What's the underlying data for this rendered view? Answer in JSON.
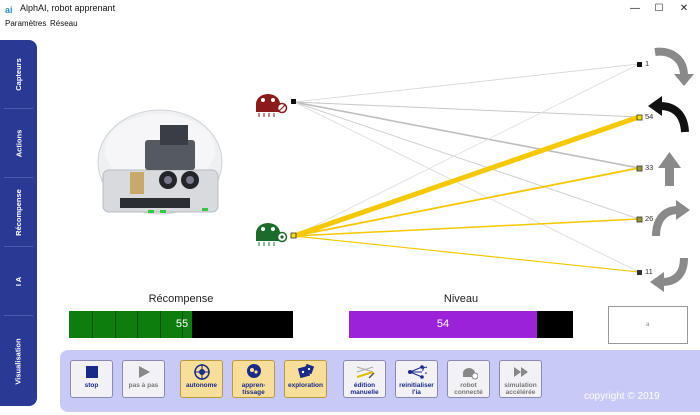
{
  "window": {
    "title": "AlphAI, robot apprenant"
  },
  "menu": {
    "items": [
      "Paramètres",
      "Réseau"
    ]
  },
  "sidebar": {
    "tabs": [
      "Capteurs",
      "Actions",
      "Récompense",
      "I A",
      "Visualisation"
    ]
  },
  "network": {
    "outputs": [
      "1",
      "54",
      "33",
      "26",
      "11"
    ]
  },
  "bars": {
    "recompense": {
      "title": "Récompense",
      "value": "55",
      "level": 0.55
    },
    "niveau": {
      "title": "Niveau",
      "value": "54",
      "level": 0.84
    }
  },
  "mini_panel": {
    "text": "a"
  },
  "toolbar": {
    "buttons": [
      {
        "label": "stop",
        "icon": "stop-icon"
      },
      {
        "label": "pas à pas",
        "icon": "step-play-icon"
      },
      {
        "label": "autonome",
        "icon": "autonomous-icon"
      },
      {
        "label": "appren-tissage",
        "icon": "brain-learning-icon"
      },
      {
        "label": "exploration",
        "icon": "dice-icon"
      },
      {
        "label": "édition manuelle",
        "icon": "manual-edit-icon"
      },
      {
        "label": "reinitialiser l'ia",
        "icon": "reset-network-icon"
      },
      {
        "label": "robot connecté",
        "icon": "robot-connected-icon"
      },
      {
        "label": "simulation accélérée",
        "icon": "fast-forward-icon"
      }
    ]
  },
  "footer": {
    "copyright": "copyright © 2019"
  },
  "colors": {
    "sidebar": "#2a3a94",
    "reward_bar": "#0d7d0d",
    "level_bar": "#9b22d8",
    "toolbar_bg": "#c7c9f7",
    "active_button": "#f7df9a",
    "strong_link": "#f5c800"
  }
}
